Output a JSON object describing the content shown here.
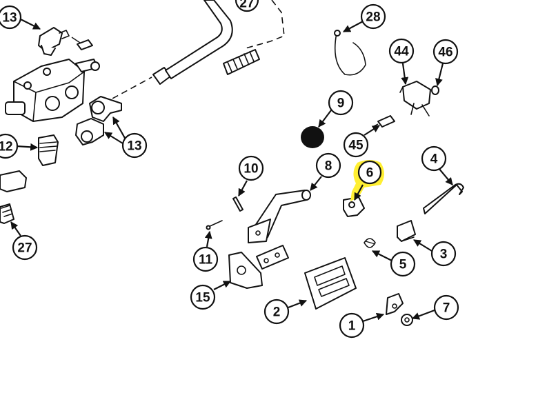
{
  "highlight_color": "#ffef33",
  "callouts": {
    "c13a": "13",
    "c27top": "27",
    "c28": "28",
    "c44": "44",
    "c46": "46",
    "c9": "9",
    "c45": "45",
    "c13b": "13",
    "c12": "12",
    "c10": "10",
    "c8": "8",
    "c6": "6",
    "c4": "4",
    "c27bot": "27",
    "c11": "11",
    "c3": "3",
    "c5": "5",
    "c15": "15",
    "c2": "2",
    "c1": "1",
    "c7": "7"
  }
}
